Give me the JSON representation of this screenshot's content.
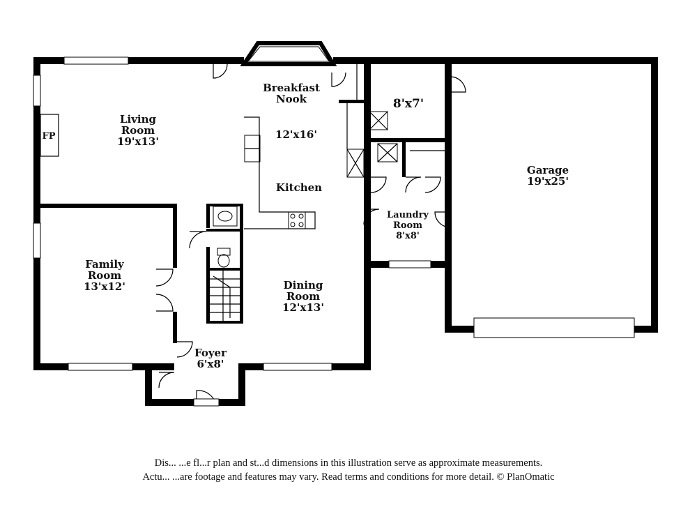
{
  "rooms": {
    "living": {
      "name_line1": "Living",
      "name_line2": "Room",
      "size": "19'x13'"
    },
    "breakfast": {
      "name_line1": "Breakfast",
      "name_line2": "Nook"
    },
    "kitchen": {
      "size": "12'x16'",
      "name": "Kitchen"
    },
    "storage": {
      "size": "8'x7'"
    },
    "garage": {
      "name": "Garage",
      "size": "19'x25'"
    },
    "laundry": {
      "name_line1": "Laundry",
      "name_line2": "Room",
      "size": "8'x8'"
    },
    "family": {
      "name_line1": "Family",
      "name_line2": "Room",
      "size": "13'x12'"
    },
    "dining": {
      "name_line1": "Dining",
      "name_line2": "Room",
      "size": "12'x13'"
    },
    "foyer": {
      "name": "Foyer",
      "size": "6'x8'"
    }
  },
  "fireplace_label": "FP",
  "disclaimer": {
    "line1": "Dis...  ...e fl...r plan and st...d dimensions in this illustration serve as approximate measurements.",
    "line2": "Actu...  ...are footage and features may vary. Read terms and conditions for more detail. © PlanOmatic"
  }
}
